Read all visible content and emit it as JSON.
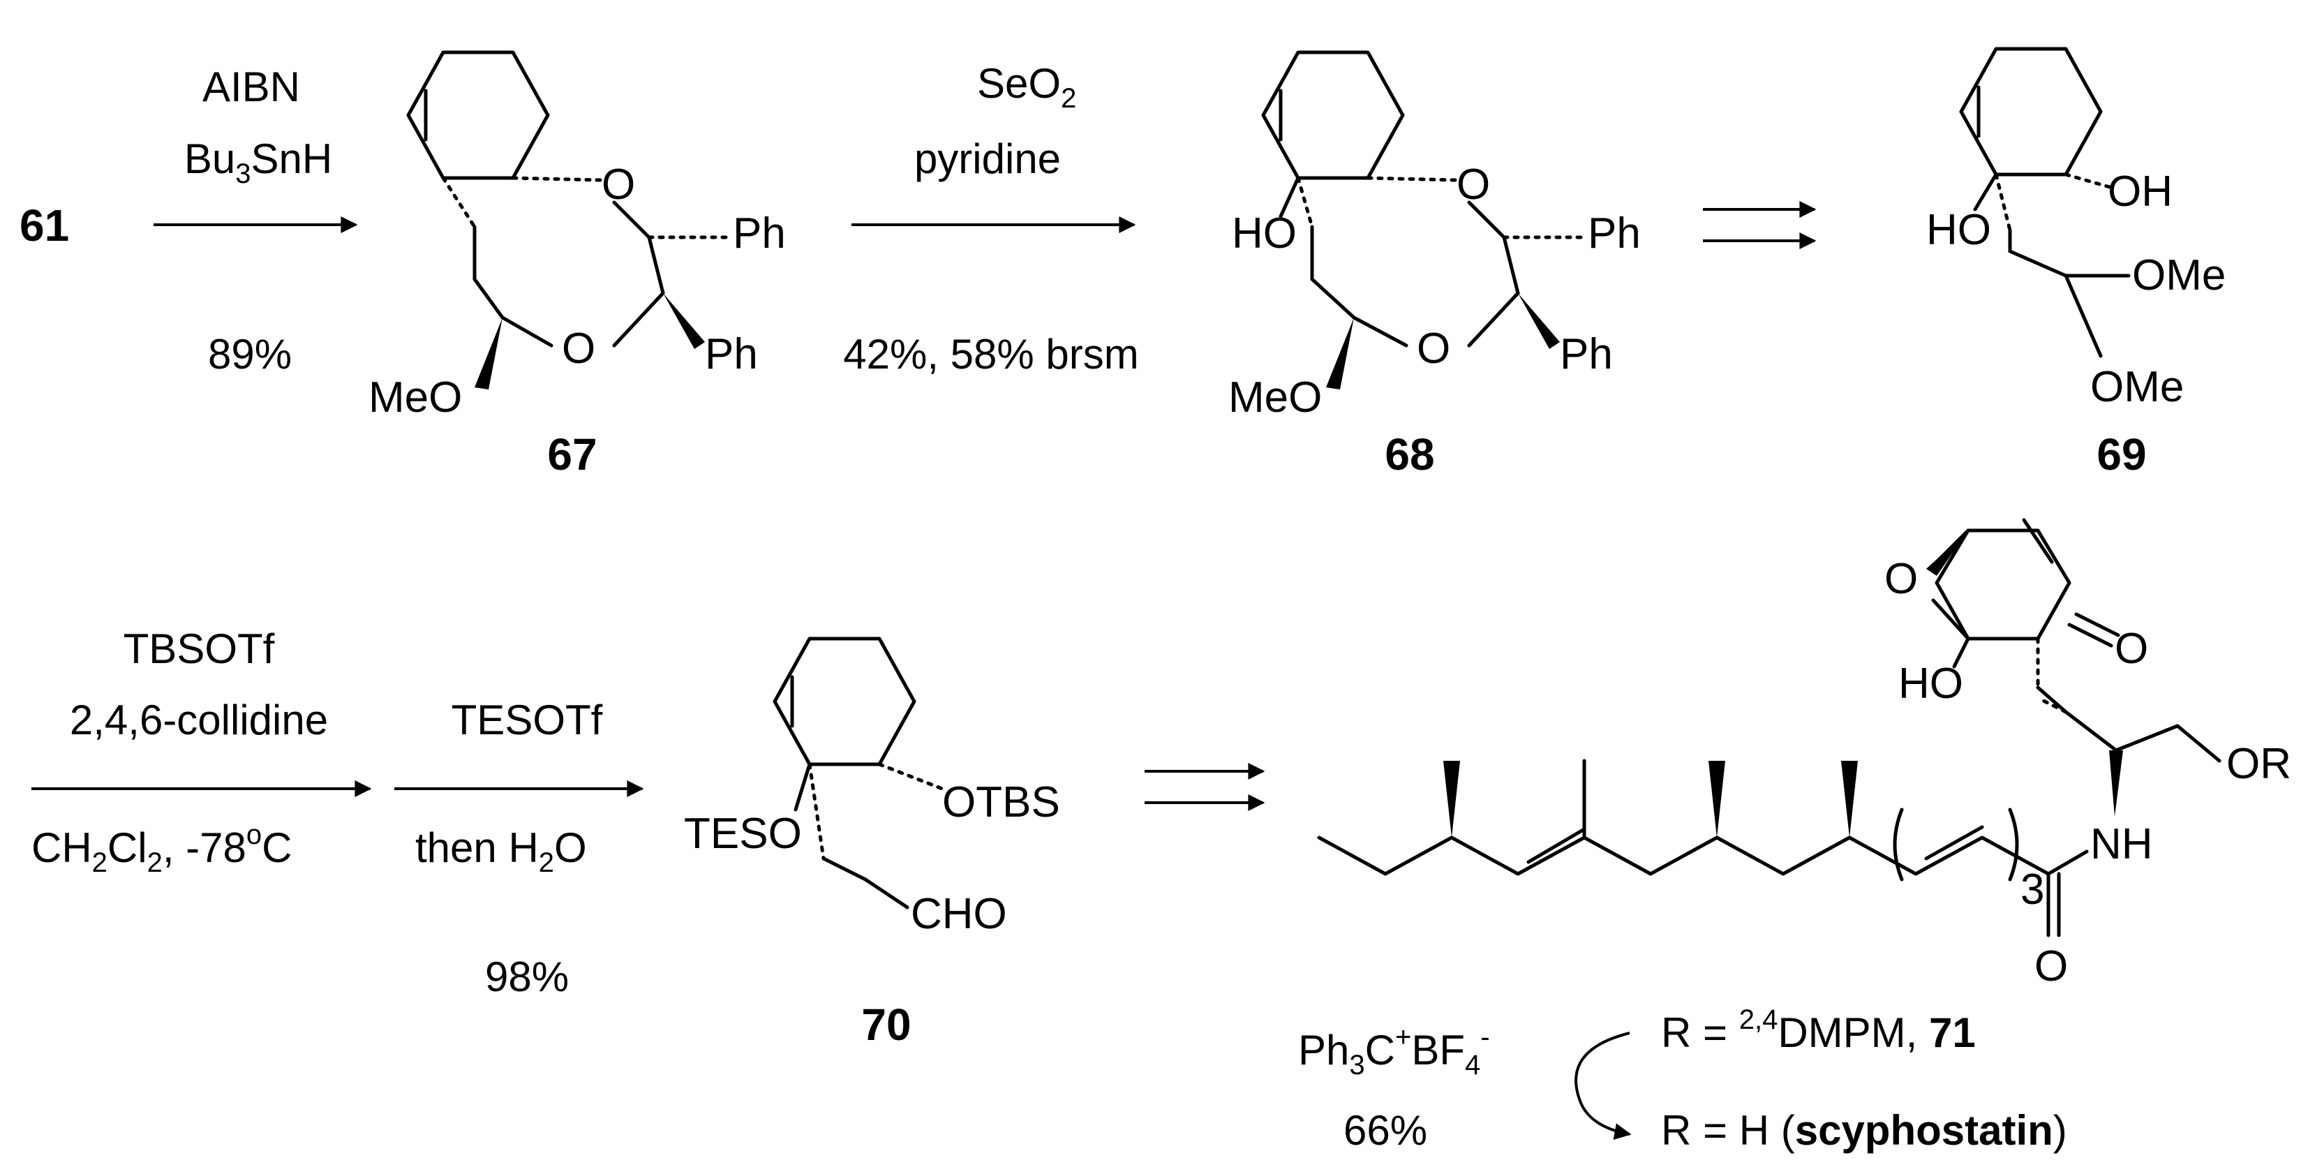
{
  "starting_material": "61",
  "step1": {
    "reagent1": "AIBN",
    "reagent2": "Bu3SnH",
    "yield": "89%"
  },
  "step2": {
    "reagent1": "SeO2",
    "reagent2": "pyridine",
    "yield": "42%, 58% brsm"
  },
  "step4": {
    "line1": "TBSOTf",
    "line2": "2,4,6-collidine",
    "line3": "CH2Cl2, -78oC"
  },
  "step5": {
    "line1": "TESOTf",
    "line2": "then H2O",
    "yield": "98%"
  },
  "final": {
    "reagent": "Ph3C+BF4-",
    "yield": "66%",
    "r_line1": "R = 2,4DMPM, 71",
    "r_line2": "R = H (scyphostatin)"
  },
  "compounds": {
    "c67": "67",
    "c68": "68",
    "c69": "69",
    "c70": "70"
  },
  "labels": {
    "O": "O",
    "Ph": "Ph",
    "MeO": "MeO",
    "HO": "HO",
    "OH": "OH",
    "OMe": "OMe",
    "OTBS": "OTBS",
    "TESO": "TESO",
    "CHO": "CHO",
    "NH": "NH",
    "OR": "OR",
    "sub3": "3"
  }
}
